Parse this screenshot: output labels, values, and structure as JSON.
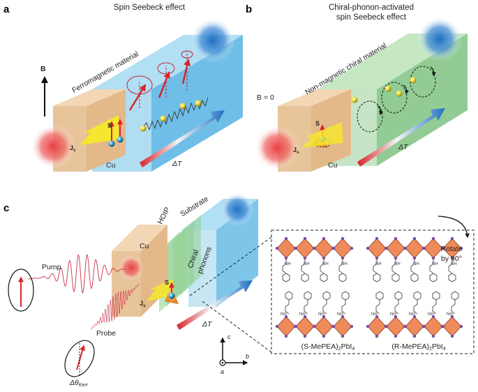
{
  "panel_a": {
    "label": "a",
    "title": "Spin Seebeck effect",
    "material_label": "Ferromagnetic material",
    "field_label": "B",
    "spin_label": "S",
    "current_label": "J",
    "current_sub": "s",
    "metal_label": "Cu",
    "gradient_label": "ΔT"
  },
  "panel_b": {
    "label": "b",
    "title_line1": "Chiral-phonon-activated",
    "title_line2": "spin Seebeck effect",
    "material_label": "Non-magnetic chiral material",
    "field_label": "B = 0",
    "spin_label": "S",
    "current_label": "J",
    "current_sub": "s",
    "metal_label": "Cu",
    "gradient_label": "ΔT"
  },
  "panel_c": {
    "label": "c",
    "metal_label": "Cu",
    "hoip_label": "Chiral HOIP",
    "substrate_label": "Substrate",
    "phonon_label_1": "Chiral",
    "phonon_label_2": "phonons",
    "pump_label": "Pump",
    "probe_label": "Probe",
    "kerr_label": "Δθ",
    "kerr_sub": "Kerr",
    "spin_label": "S",
    "current_label": "J",
    "current_sub": "s",
    "gradient_label": "ΔT",
    "rotate_line1": "Rotate",
    "rotate_line2": "by 90°",
    "axis_c": "c",
    "axis_b": "b",
    "axis_a": "a",
    "ammonium": "NH",
    "s_struct_pre": "(S-MePEA)",
    "r_struct_pre": "(R-MePEA)",
    "struct_sub": "2",
    "struct_mid": "PbI",
    "struct_sub2": "4"
  },
  "colors": {
    "cu_front": "#e8c49a",
    "cu_side": "#f3d7b4",
    "ferro_blue": "#6fc0e8",
    "chiral_green": "#8fcf90",
    "hot_red": "#e8403f",
    "cold_blue": "#1f6fc2",
    "spin_arrow": "#d8232a",
    "octahedron": "#ef8a5a",
    "iodide": "#7b4ea3",
    "pump_red": "#c8304a"
  }
}
